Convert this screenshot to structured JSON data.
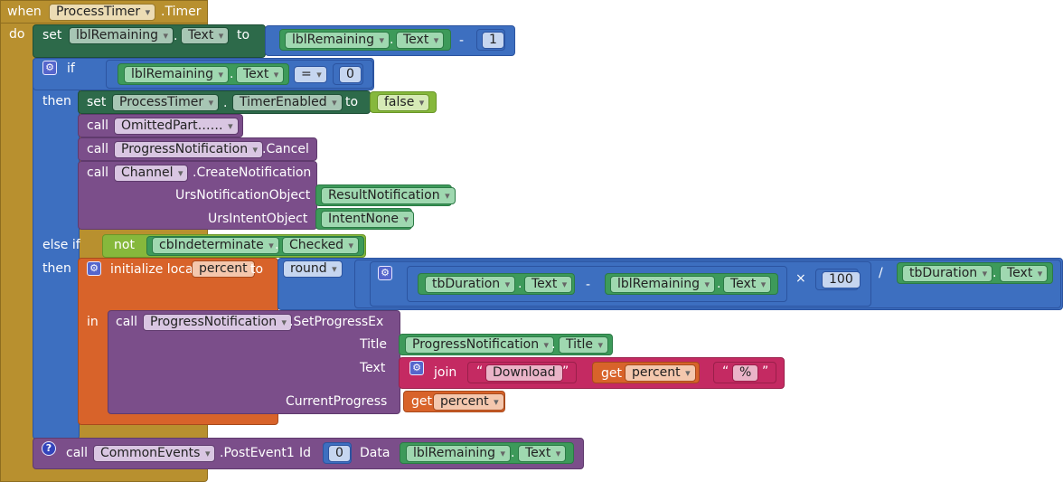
{
  "event": {
    "when": "when",
    "component": "ProcessTimer",
    "event_name": ".Timer",
    "do": "do"
  },
  "set1": {
    "set": "set",
    "component": "lblRemaining",
    "property": "Text",
    "to": "to",
    "getter_component": "lblRemaining",
    "getter_property": "Text",
    "minus": "-",
    "number": "1"
  },
  "if1": {
    "if": "if",
    "then": "then",
    "component": "lblRemaining",
    "property": "Text",
    "op": "=",
    "number": "0"
  },
  "set2": {
    "set": "set",
    "component": "ProcessTimer",
    "property": "TimerEnabled",
    "to": "to",
    "value": "false"
  },
  "call_omitted": {
    "call": "call",
    "label": "OmittedPart……"
  },
  "call_cancel": {
    "call": "call",
    "component": "ProgressNotification",
    "method": ".Cancel"
  },
  "call_create": {
    "call": "call",
    "component": "Channel",
    "method": ".CreateNotification",
    "arg1_label": "UrsNotificationObject",
    "arg1_value": "ResultNotification",
    "arg2_label": "UrsIntentObject",
    "arg2_value": "IntentNone"
  },
  "elseif": {
    "else_if": "else if",
    "then": "then",
    "not": "not",
    "component": "cbIndeterminate",
    "property": "Checked"
  },
  "init_local": {
    "label": "initialize local",
    "var": "percent",
    "to": "to",
    "in": "in",
    "round": "round",
    "dur1_comp": "tbDuration",
    "dur1_prop": "Text",
    "minus": "-",
    "rem_comp": "lblRemaining",
    "rem_prop": "Text",
    "times": "×",
    "hundred": "100",
    "divide": "/",
    "dur2_comp": "tbDuration",
    "dur2_prop": "Text"
  },
  "call_setprogress": {
    "call": "call",
    "component": "ProgressNotification",
    "method": ".SetProgressEx",
    "title_label": "Title",
    "title_comp": "ProgressNotification",
    "title_prop": "Title",
    "text_label": "Text",
    "join": "join",
    "str1": "Download",
    "get": "get",
    "get_var": "percent",
    "str2": "%",
    "current_label": "CurrentProgress",
    "get2": "get",
    "get2_var": "percent"
  },
  "call_post": {
    "call": "call",
    "component": "CommonEvents",
    "method": ".PostEvent1",
    "id_label": "Id",
    "id_value": "0",
    "data_label": "Data",
    "data_comp": "lblRemaining",
    "data_prop": "Text"
  },
  "quote_open": "“",
  "quote_close": "”",
  "icons": {
    "mutator": "gear-icon",
    "help": "question-icon"
  },
  "colors": {
    "event": "#b8902f",
    "setter": "#2d6a4a",
    "getter": "#3d9a5a",
    "math": "#3d6fc0",
    "procedure": "#7b4e8a",
    "variable": "#d8632a",
    "text": "#c42a62",
    "logic": "#86b83c"
  }
}
